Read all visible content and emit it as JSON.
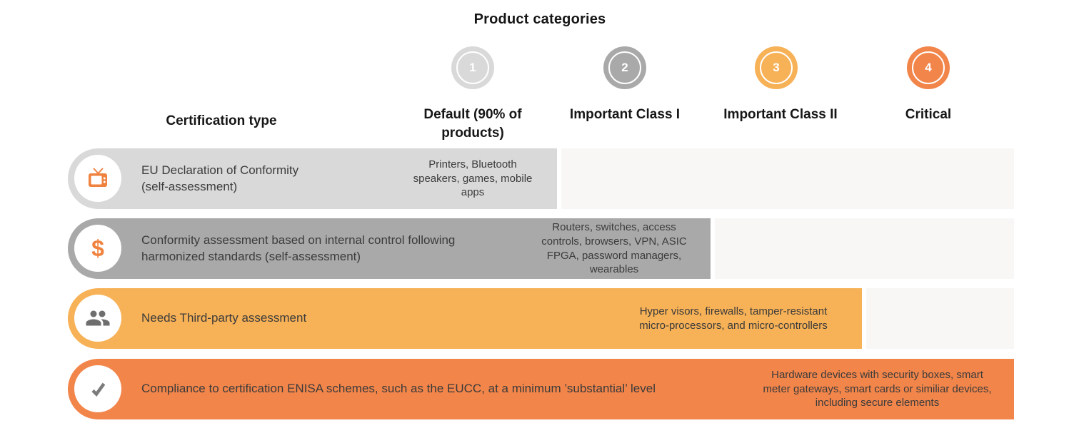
{
  "title": "Product categories",
  "table": {
    "row_header_label": "Certification type",
    "columns": [
      {
        "number": "1",
        "label": "Default (90% of products)",
        "color": "#d9d9d9"
      },
      {
        "number": "2",
        "label": "Important Class I",
        "color": "#a9a9a9"
      },
      {
        "number": "3",
        "label": "Important Class II",
        "color": "#f7b156"
      },
      {
        "number": "4",
        "label": "Critical",
        "color": "#f2854a"
      }
    ],
    "rows": [
      {
        "icon": "tv-icon",
        "category": "Default (90% of products)",
        "color": "#d9d9d9",
        "certification": "EU Declaration of Conformity\n(self-assessment)",
        "products": "Printers, Bluetooth\nspeakers, games, mobile\napps"
      },
      {
        "icon": "dollar-icon",
        "category": "Important Class I",
        "color": "#a9a9a9",
        "certification": "Conformity assessment based on internal control following\nharmonized standards (self-assessment)",
        "products": "Routers, switches, access\ncontrols, browsers, VPN, ASIC\nFPGA, password managers,\nwearables"
      },
      {
        "icon": "people-icon",
        "category": "Important Class II",
        "color": "#f7b156",
        "certification": "Needs Third-party assessment",
        "products": "Hyper visors, firewalls, tamper-resistant\nmicro-processors, and micro-controllers"
      },
      {
        "icon": "check-icon",
        "category": "Critical",
        "color": "#f2854a",
        "certification": "Compliance to certification ENISA schemes, such as the EUCC, at a minimum ’substantial’ level",
        "products": "Hardware devices with security boxes, smart\nmeter gateways, smart cards or similiar devices,\nincluding secure elements"
      }
    ]
  },
  "colors": {
    "accent_orange": "#f0823f",
    "icon_gray": "#6e6e6e",
    "track_background": "#f8f7f5"
  }
}
